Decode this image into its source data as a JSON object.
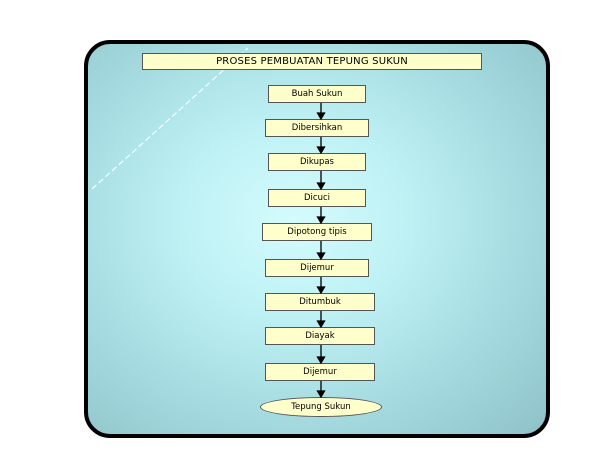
{
  "diagram": {
    "title": "PROSES PEMBUATAN TEPUNG SUKUN",
    "steps": [
      "Buah Sukun",
      "Dibersihkan",
      "Dikupas",
      "Dicuci",
      "Dipotong tipis",
      "Dijemur",
      "Ditumbuk",
      "Diayak",
      "Dijemur"
    ],
    "result": "Tepung Sukun"
  },
  "colors": {
    "box_fill": "#ffffcc",
    "frame_border": "#000000",
    "background_light": "#d4fbfd",
    "background_dark": "#8ec2c8"
  }
}
